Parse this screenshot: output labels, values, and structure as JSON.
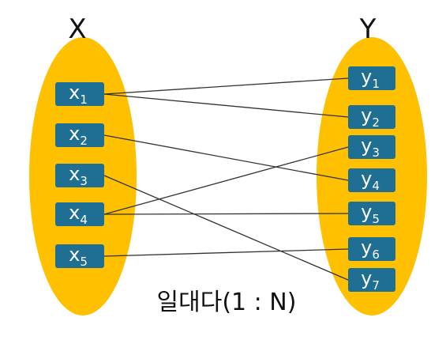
{
  "colors": {
    "set_fill": "#FFC000",
    "node_fill": "#1F6E93",
    "node_text": "#FFFFFF",
    "line": "#333333",
    "label": "#111111"
  },
  "set_x": {
    "label": "X",
    "elements": [
      {
        "base": "x",
        "sub": "1"
      },
      {
        "base": "x",
        "sub": "2"
      },
      {
        "base": "x",
        "sub": "3"
      },
      {
        "base": "x",
        "sub": "4"
      },
      {
        "base": "x",
        "sub": "5"
      }
    ]
  },
  "set_y": {
    "label": "Y",
    "elements": [
      {
        "base": "y",
        "sub": "1"
      },
      {
        "base": "y",
        "sub": "2"
      },
      {
        "base": "y",
        "sub": "3"
      },
      {
        "base": "y",
        "sub": "4"
      },
      {
        "base": "y",
        "sub": "5"
      },
      {
        "base": "y",
        "sub": "6"
      },
      {
        "base": "y",
        "sub": "7"
      }
    ]
  },
  "mappings": [
    {
      "from": "x1",
      "to": "y1"
    },
    {
      "from": "x1",
      "to": "y2"
    },
    {
      "from": "x2",
      "to": "y4"
    },
    {
      "from": "x3",
      "to": "y7"
    },
    {
      "from": "x4",
      "to": "y3"
    },
    {
      "from": "x4",
      "to": "y5"
    },
    {
      "from": "x5",
      "to": "y6"
    }
  ],
  "caption": "일대다(1 : N)"
}
